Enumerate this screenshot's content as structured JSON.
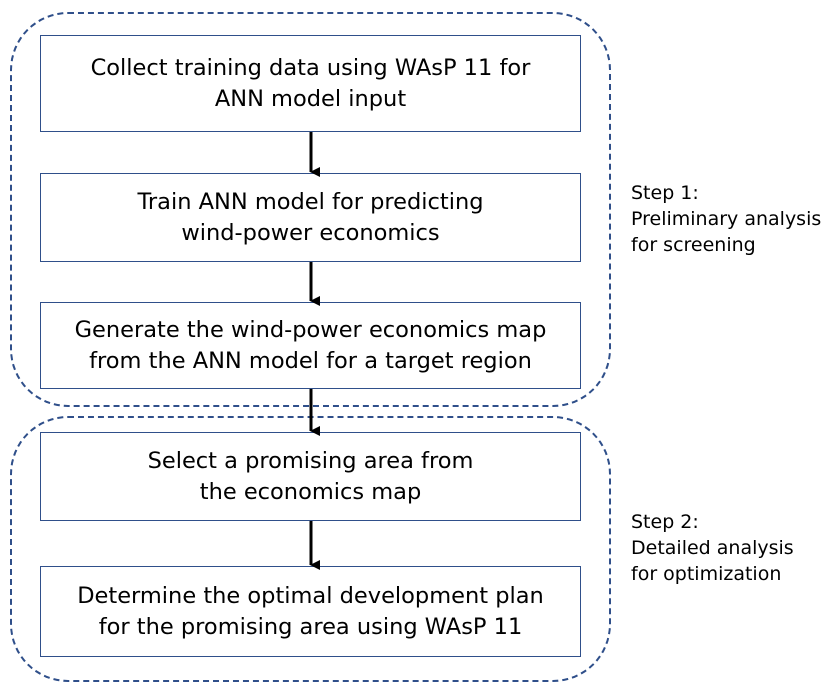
{
  "process_steps": [
    {
      "line1": "Collect training data using WAsP 11 for",
      "line2": "ANN model input"
    },
    {
      "line1": "Train ANN model for predicting",
      "line2": "wind-power economics"
    },
    {
      "line1": "Generate the wind-power economics map",
      "line2": "from the ANN model for a target region"
    },
    {
      "line1": "Select a promising area from",
      "line2": "the economics map"
    },
    {
      "line1": "Determine the optimal development plan",
      "line2": "for the promising area using WAsP 11"
    }
  ],
  "phases": [
    {
      "line1": "Step 1:",
      "line2": "Preliminary analysis",
      "line3": "for screening"
    },
    {
      "line1": "Step 2:",
      "line2": "Detailed analysis",
      "line3": "for optimization"
    }
  ],
  "colors": {
    "box_border": "#2F4F8A",
    "group_border": "#2F4F8A",
    "arrow": "#000000"
  }
}
